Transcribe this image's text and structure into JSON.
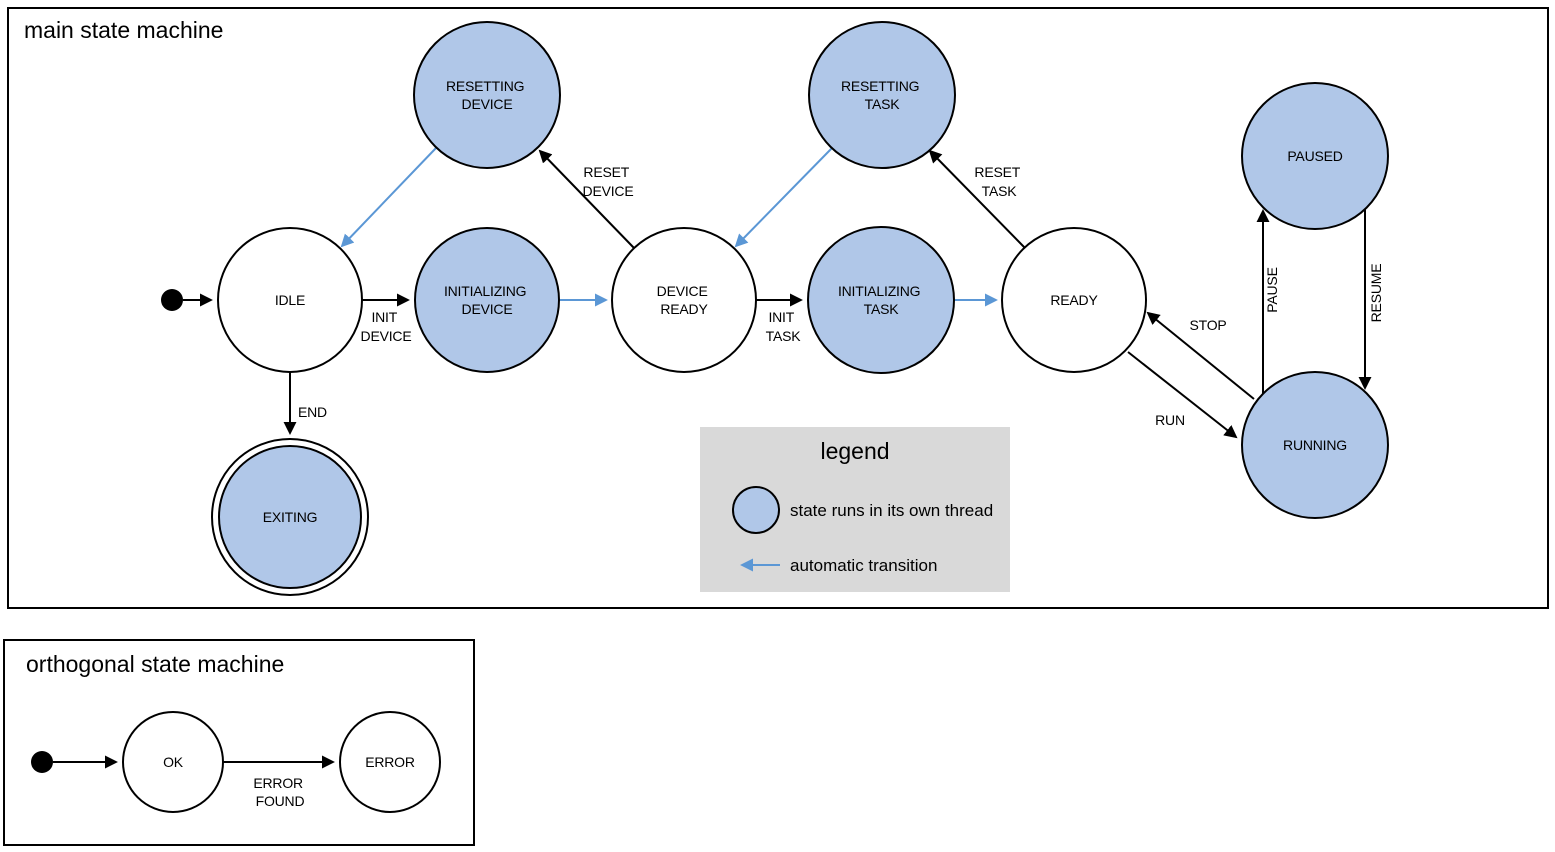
{
  "colors": {
    "threaded_fill": "#b0c7e8",
    "auto_transition": "#5b97d5",
    "legend_bg": "#d9d9d9",
    "line_stroke": "#000000"
  },
  "main": {
    "title": "main state machine",
    "states": {
      "idle": {
        "label": "IDLE"
      },
      "initializing_device": {
        "line1": "INITIALIZING",
        "line2": "DEVICE"
      },
      "device_ready": {
        "line1": "DEVICE",
        "line2": "READY"
      },
      "initializing_task": {
        "line1": "INITIALIZING",
        "line2": "TASK"
      },
      "ready": {
        "label": "READY"
      },
      "resetting_device": {
        "line1": "RESETTING",
        "line2": "DEVICE"
      },
      "resetting_task": {
        "line1": "RESETTING",
        "line2": "TASK"
      },
      "paused": {
        "label": "PAUSED"
      },
      "running": {
        "label": "RUNNING"
      },
      "exiting": {
        "label": "EXITING"
      }
    },
    "transitions": {
      "init_device": {
        "line1": "INIT",
        "line2": "DEVICE"
      },
      "init_task": {
        "line1": "INIT",
        "line2": "TASK"
      },
      "reset_device": {
        "line1": "RESET",
        "line2": "DEVICE"
      },
      "reset_task": {
        "line1": "RESET",
        "line2": "TASK"
      },
      "end": "END",
      "stop": "STOP",
      "run": "RUN",
      "pause": "PAUSE",
      "resume": "RESUME"
    }
  },
  "legend": {
    "title": "legend",
    "items": [
      {
        "label": "state runs in its own thread"
      },
      {
        "label": "automatic transition"
      }
    ]
  },
  "orthogonal": {
    "title": "orthogonal state machine",
    "states": {
      "ok": {
        "label": "OK"
      },
      "error": {
        "label": "ERROR"
      }
    },
    "transitions": {
      "error_found": {
        "line1": "ERROR",
        "line2": "FOUND"
      }
    }
  }
}
